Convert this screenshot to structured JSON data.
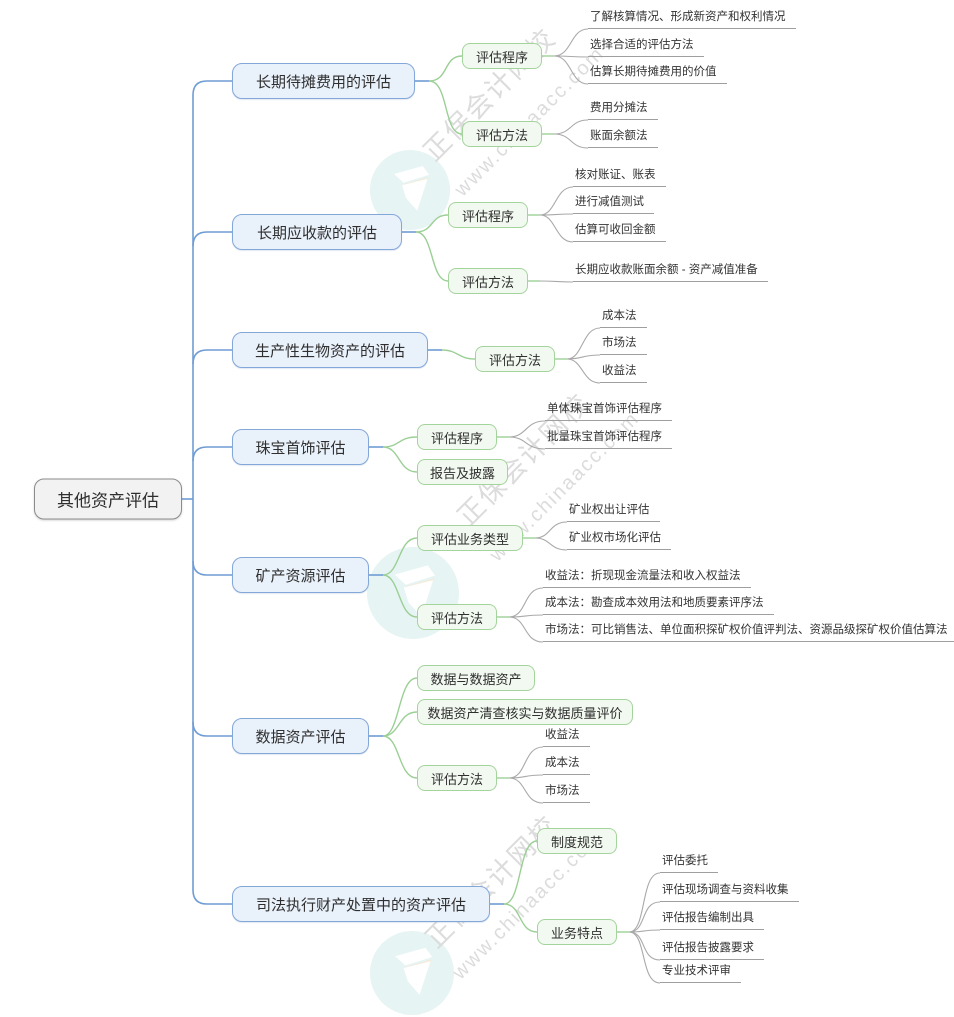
{
  "watermark": {
    "brand_cn": "正保会计网校",
    "brand_url": "www.chinaacc.com"
  },
  "colors": {
    "root_fill": "#f2f2f2",
    "root_border": "#8c8c8c",
    "branch_fill": "#e9f1fb",
    "branch_border": "#84a7d9",
    "child_fill": "#f2f9f0",
    "child_border": "#a3d49b",
    "trunk": "#6f9cd4",
    "child_link": "#9ccf96",
    "leaf_link": "#a9a9a9",
    "logo_circle": "#e6f4f3"
  },
  "mindmap": {
    "root": "其他资产评估",
    "branches": [
      {
        "label": "长期待摊费用的评估",
        "children": [
          {
            "label": "评估程序",
            "leaves": [
              "了解核算情况、形成新资产和权利情况",
              "选择合适的评估方法",
              "估算长期待摊费用的价值"
            ]
          },
          {
            "label": "评估方法",
            "leaves": [
              "费用分摊法",
              "账面余额法"
            ]
          }
        ]
      },
      {
        "label": "长期应收款的评估",
        "children": [
          {
            "label": "评估程序",
            "leaves": [
              "核对账证、账表",
              "进行减值测试",
              "估算可收回金额"
            ]
          },
          {
            "label": "评估方法",
            "leaves": [
              "长期应收款账面余额 - 资产减值准备"
            ]
          }
        ]
      },
      {
        "label": "生产性生物资产的评估",
        "children": [
          {
            "label": "评估方法",
            "leaves": [
              "成本法",
              "市场法",
              "收益法"
            ]
          }
        ]
      },
      {
        "label": "珠宝首饰评估",
        "children": [
          {
            "label": "评估程序",
            "leaves": [
              "单体珠宝首饰评估程序",
              "批量珠宝首饰评估程序"
            ]
          },
          {
            "label": "报告及披露",
            "leaves": []
          }
        ]
      },
      {
        "label": "矿产资源评估",
        "children": [
          {
            "label": "评估业务类型",
            "leaves": [
              "矿业权出让评估",
              "矿业权市场化评估"
            ]
          },
          {
            "label": "评估方法",
            "leaves": [
              "收益法：折现现金流量法和收入权益法",
              "成本法：勘查成本效用法和地质要素评序法",
              "市场法：可比销售法、单位面积探矿权价值评判法、资源品级探矿权价值估算法"
            ]
          }
        ]
      },
      {
        "label": "数据资产评估",
        "children": [
          {
            "label": "数据与数据资产",
            "leaves": []
          },
          {
            "label": "数据资产清查核实与数据质量评价",
            "leaves": []
          },
          {
            "label": "评估方法",
            "leaves": [
              "收益法",
              "成本法",
              "市场法"
            ]
          }
        ]
      },
      {
        "label": "司法执行财产处置中的资产评估",
        "children": [
          {
            "label": "制度规范",
            "leaves": []
          },
          {
            "label": "业务特点",
            "leaves": [
              "评估委托",
              "评估现场调查与资料收集",
              "评估报告编制出具",
              "评估报告披露要求",
              "专业技术评审"
            ]
          }
        ]
      }
    ]
  }
}
